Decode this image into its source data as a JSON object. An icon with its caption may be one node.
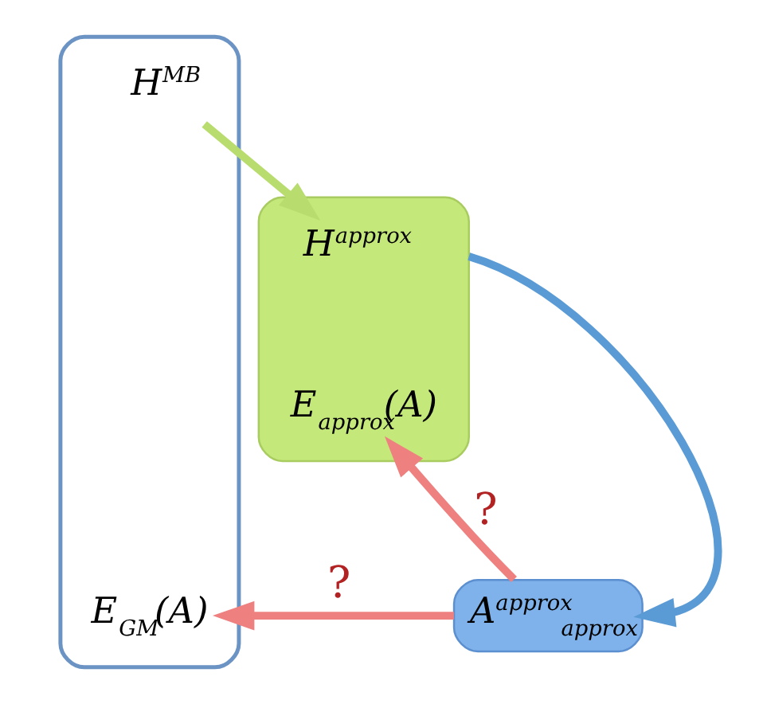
{
  "diagram": {
    "nodes": [
      {
        "text": [],
        "shape": "box"
      },
      {
        "text": [
          "H$^{MB}$"
        ],
        "in": 0
      },
      {
        "text": [
          "E$_{GM}$(A)"
        ],
        "in": 0
      },
      {
        "text": [],
        "shape": "box"
      },
      {
        "text": [
          "H$^{approx}$"
        ],
        "in": 3
      },
      {
        "text": [
          "E$_{approx}$(A)"
        ],
        "in": 3
      },
      {
        "text": [
          "A$^{approx}$$_{approx}$"
        ]
      }
    ],
    "edges": [
      {
        "from": 1,
        "to": 4,
        "arrow": "to",
        "color": "#b8dc6e"
      },
      {
        "from": 3,
        "to": 6,
        "arrow": "to",
        "color": "#5b9bd5"
      },
      {
        "from": 6,
        "to": 5,
        "arrow": "to",
        "label": "?",
        "color": "#ef8080"
      },
      {
        "from": 6,
        "to": 2,
        "arrow": "to",
        "label": "?",
        "color": "#ef8080"
      }
    ]
  }
}
